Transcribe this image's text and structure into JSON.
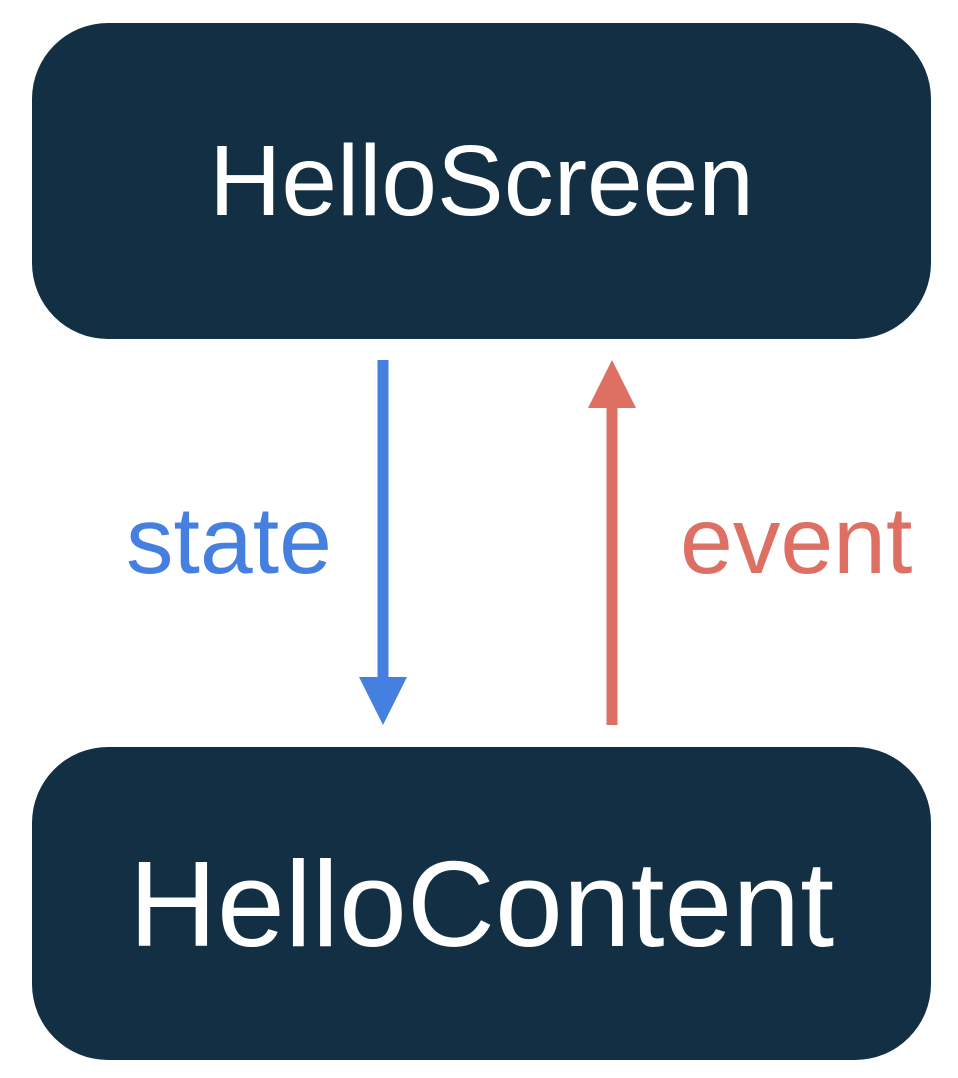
{
  "diagram": {
    "background": "#FFFFFF",
    "nodes": [
      {
        "id": "hello-screen",
        "label": "HelloScreen"
      },
      {
        "id": "hello-content",
        "label": "HelloContent"
      }
    ],
    "edges": [
      {
        "id": "state",
        "label": "state",
        "direction": "down"
      },
      {
        "id": "event",
        "label": "event",
        "direction": "up"
      }
    ],
    "colors": {
      "node_bg": "#132F43",
      "node_text": "#FFFFFF",
      "state_arrow": "#4580E0",
      "event_arrow": "#DD6F63"
    }
  }
}
